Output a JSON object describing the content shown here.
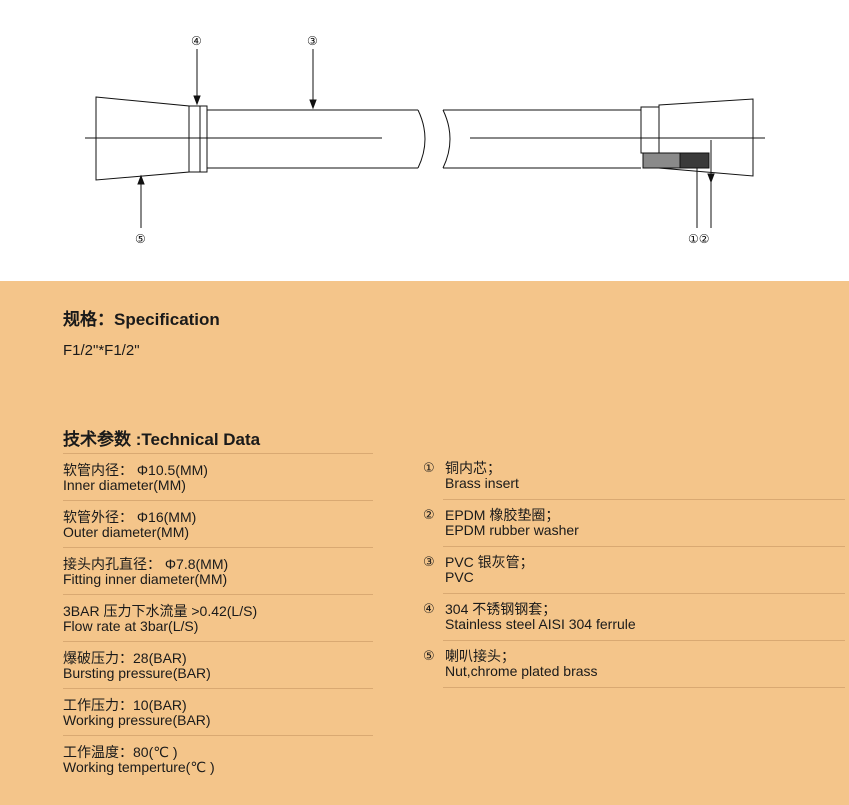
{
  "drawing": {
    "callouts": [
      "④",
      "③",
      "⑤",
      "①②"
    ]
  },
  "specification": {
    "heading": "规格：Specification",
    "value": "F1/2\"*F1/2\""
  },
  "technical": {
    "heading": "技术参数 :Technical Data",
    "rows": [
      {
        "line1": "软管内径： Φ10.5(MM)",
        "line2": "Inner diameter(MM)"
      },
      {
        "line1": "软管外径： Φ16(MM)",
        "line2": "Outer diameter(MM)"
      },
      {
        "line1": "接头内孔直径： Φ7.8(MM)",
        "line2": "Fitting inner diameter(MM)"
      },
      {
        "line1": "3BAR 压力下水流量 >0.42(L/S)",
        "line2": "Flow rate at 3bar(L/S)"
      },
      {
        "line1": "爆破压力：28(BAR)",
        "line2": "Bursting pressure(BAR)"
      },
      {
        "line1": "工作压力：10(BAR)",
        "line2": "Working pressure(BAR)"
      },
      {
        "line1": "工作温度：80(℃ )",
        "line2": "Working temperture(℃ )"
      }
    ],
    "parts": [
      {
        "num": "①",
        "line1": "铜内芯；",
        "line2": "Brass insert"
      },
      {
        "num": "②",
        "line1": "EPDM 橡胶垫圈；",
        "line2": "EPDM rubber washer"
      },
      {
        "num": "③",
        "line1": "PVC 银灰管；",
        "line2": "PVC"
      },
      {
        "num": "④",
        "line1": "304 不锈钢钢套；",
        "line2": "Stainless steel AISI 304 ferrule"
      },
      {
        "num": "⑤",
        "line1": "喇叭接头；",
        "line2": "Nut,chrome plated brass"
      }
    ]
  }
}
